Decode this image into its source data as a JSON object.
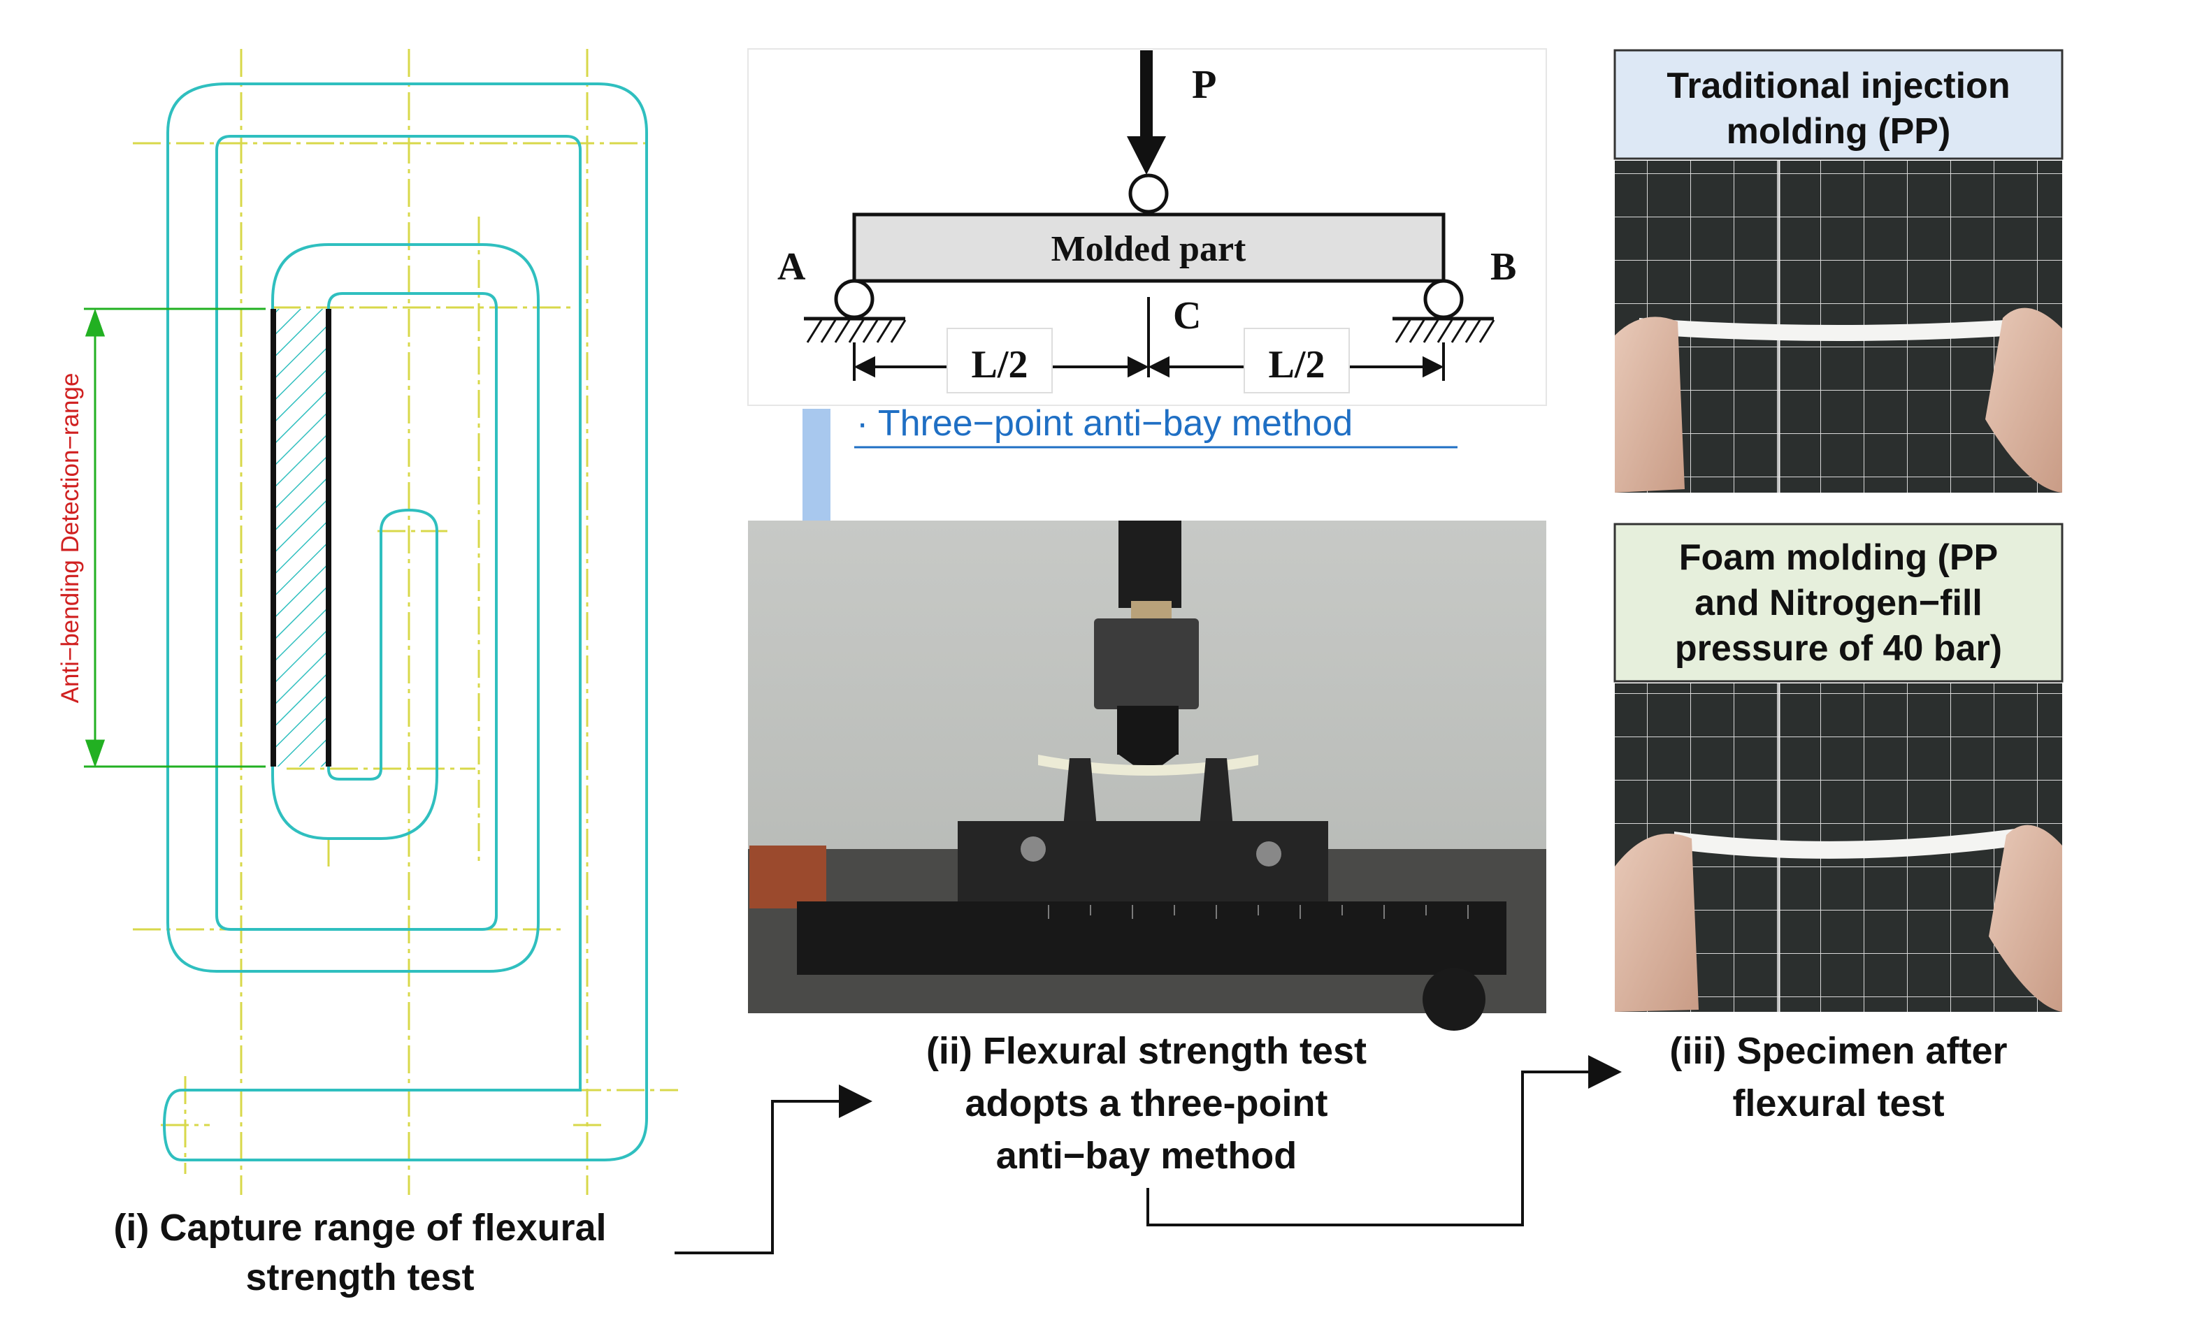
{
  "panel1": {
    "range_label": "Anti−bending Detection−range",
    "caption_line1": "(i) Capture range of flexural",
    "caption_line2": "strength test"
  },
  "panel2": {
    "load_label": "P",
    "support_left_label": "A",
    "support_right_label": "B",
    "center_label": "C",
    "beam_label": "Molded part",
    "span_left_label": "L/2",
    "span_right_label": "L/2",
    "method_label": "· Three−point anti−bay method",
    "caption_line1": "(ii) Flexural strength test",
    "caption_line2": "adopts a three-point",
    "caption_line3": "anti−bay method"
  },
  "panel3": {
    "top_title_line1": "Traditional injection",
    "top_title_line2": "molding (PP)",
    "bottom_title_line1": "Foam molding (PP",
    "bottom_title_line2": "and Nitrogen−fill",
    "bottom_title_line3": "pressure of 40 bar)",
    "caption_line1": "(iii) Specimen after",
    "caption_line2": "flexural test"
  },
  "colors": {
    "outline_cyan": "#2fbfbf",
    "centerline_yellow": "#d8d84a",
    "dimension_green": "#22b022",
    "range_label_red": "#d02020",
    "method_blue": "#1f6fc4",
    "title_box_blue": "#dde8f5",
    "title_box_green": "#e6efdc",
    "cutting_mat": "#2b2f2e"
  }
}
